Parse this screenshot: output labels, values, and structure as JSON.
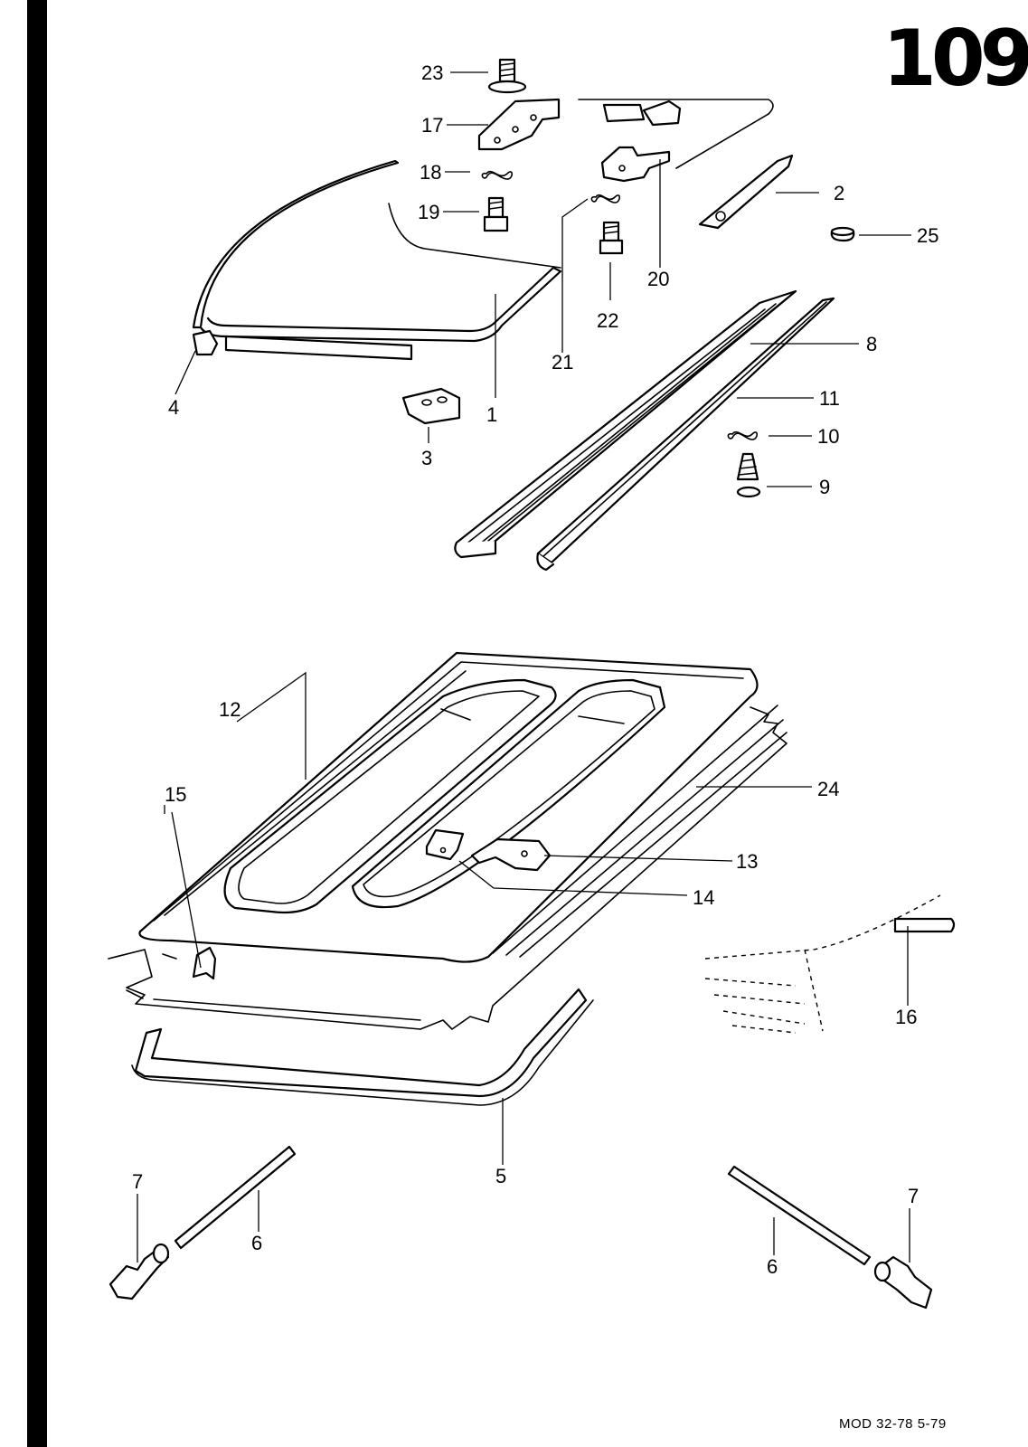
{
  "page": {
    "number": "109",
    "footer": "MOD 32-78   5-79"
  },
  "callouts": [
    {
      "id": "1",
      "label": "1"
    },
    {
      "id": "2",
      "label": "2"
    },
    {
      "id": "3",
      "label": "3"
    },
    {
      "id": "4",
      "label": "4"
    },
    {
      "id": "5",
      "label": "5"
    },
    {
      "id": "6a",
      "label": "6"
    },
    {
      "id": "6b",
      "label": "6"
    },
    {
      "id": "7a",
      "label": "7"
    },
    {
      "id": "7b",
      "label": "7"
    },
    {
      "id": "8",
      "label": "8"
    },
    {
      "id": "9",
      "label": "9"
    },
    {
      "id": "10",
      "label": "10"
    },
    {
      "id": "11",
      "label": "11"
    },
    {
      "id": "12",
      "label": "12"
    },
    {
      "id": "13",
      "label": "13"
    },
    {
      "id": "14",
      "label": "14"
    },
    {
      "id": "15",
      "label": "15"
    },
    {
      "id": "16",
      "label": "16"
    },
    {
      "id": "17",
      "label": "17"
    },
    {
      "id": "18",
      "label": "18"
    },
    {
      "id": "19",
      "label": "19"
    },
    {
      "id": "20",
      "label": "20"
    },
    {
      "id": "21",
      "label": "21"
    },
    {
      "id": "22",
      "label": "22"
    },
    {
      "id": "23",
      "label": "23"
    },
    {
      "id": "24",
      "label": "24"
    },
    {
      "id": "25",
      "label": "25"
    }
  ]
}
